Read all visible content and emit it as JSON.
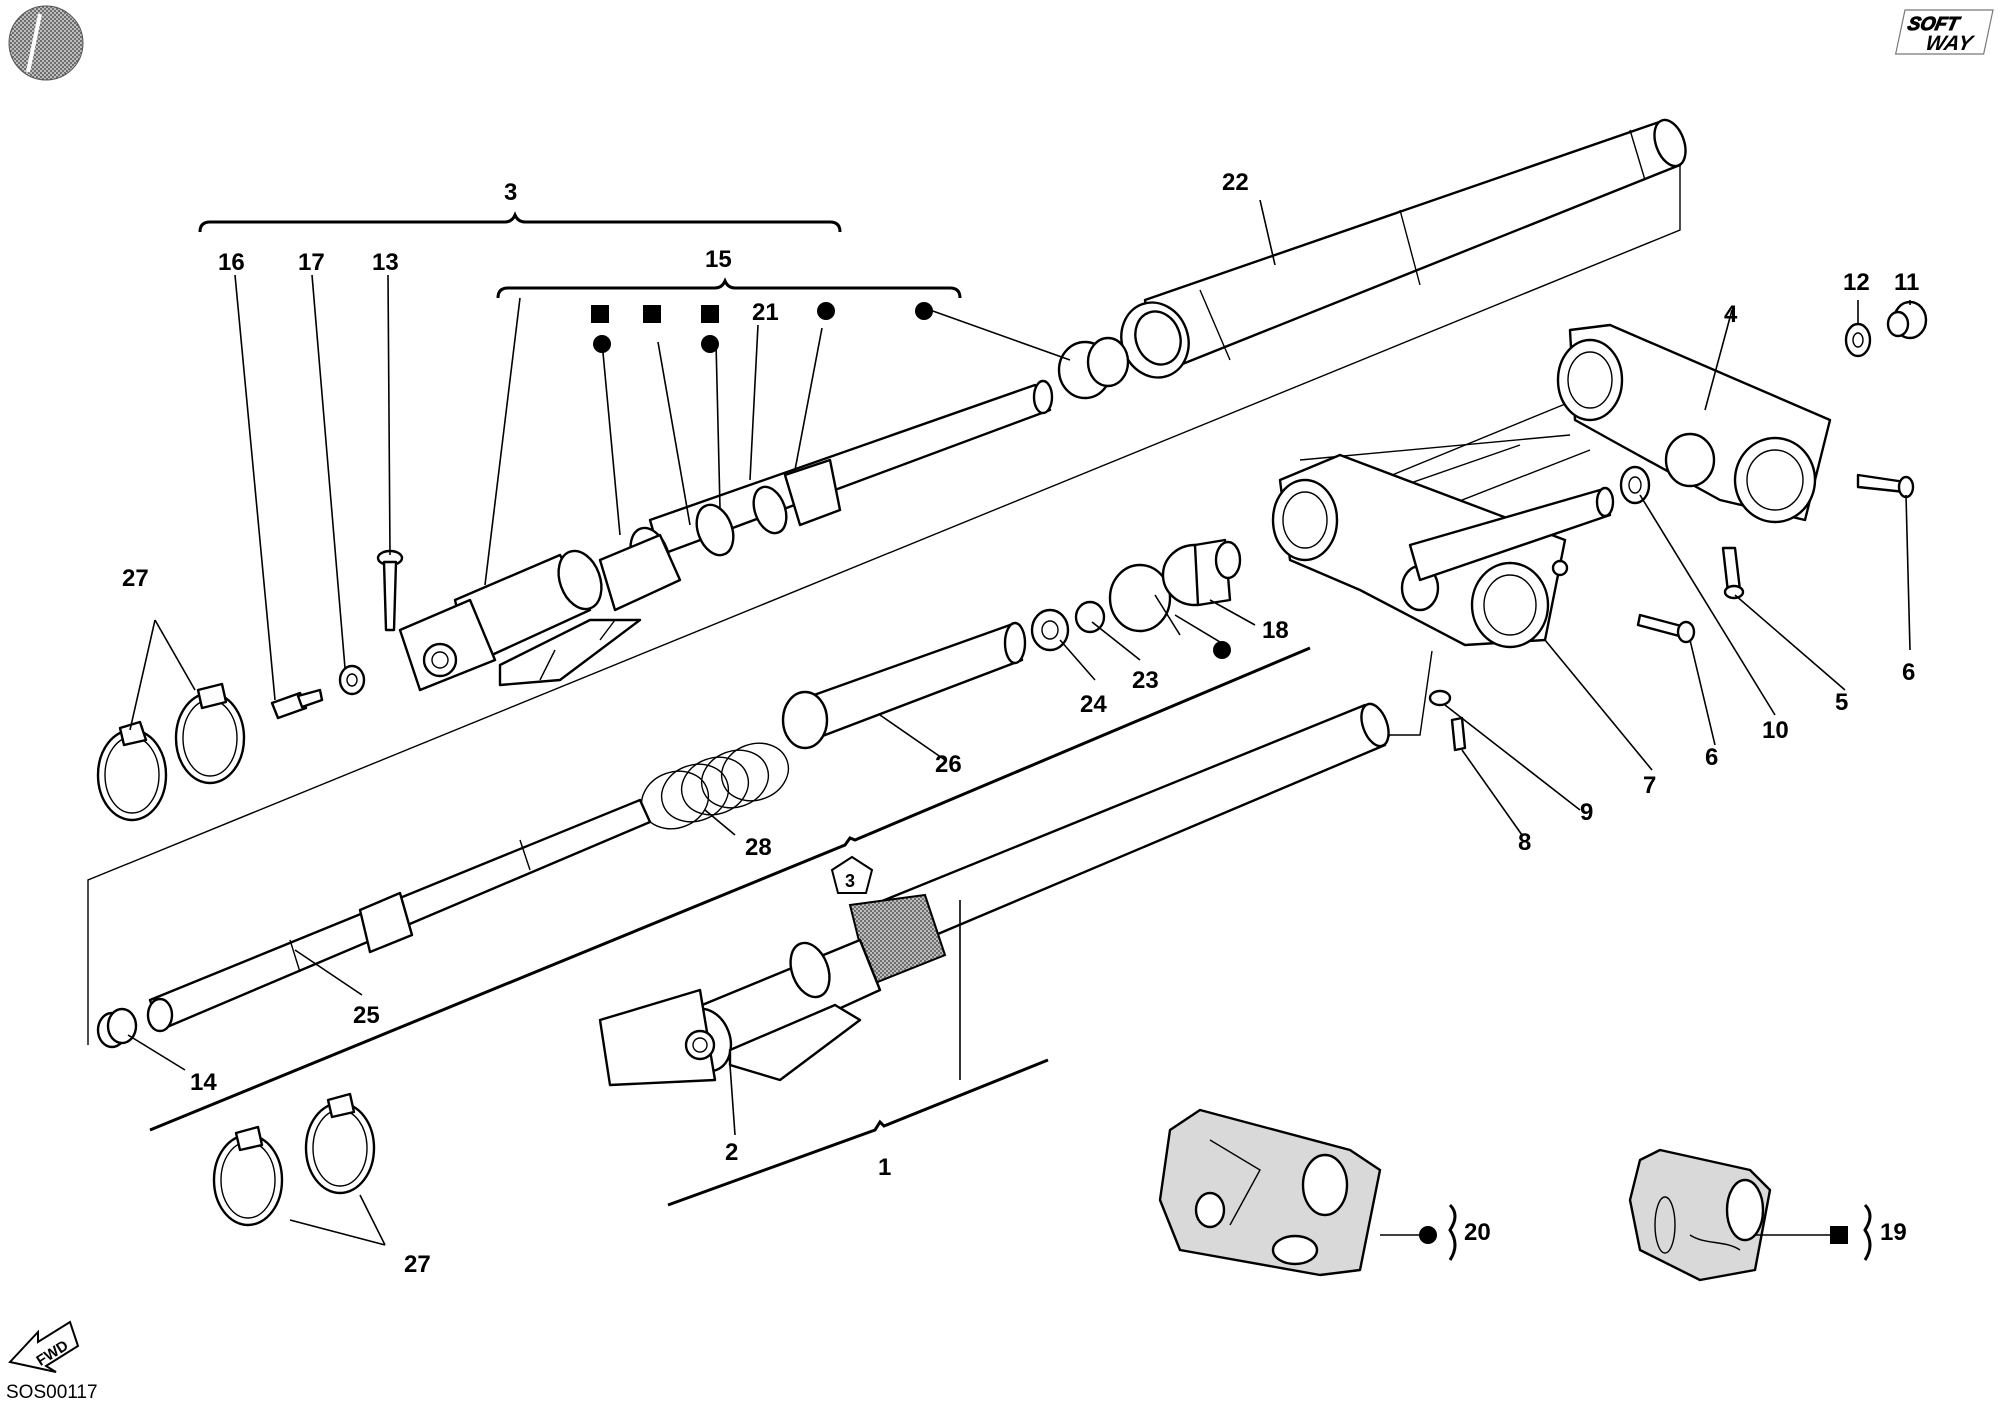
{
  "diagram_code": "SOS00117",
  "logo_text": [
    "SOFT",
    "WAY"
  ],
  "fwd_label": "FWD",
  "ref_marker": "3",
  "callouts": {
    "c1": "1",
    "c2": "2",
    "c3": "3",
    "c4": "4",
    "c5": "5",
    "c6a": "6",
    "c6b": "6",
    "c7": "7",
    "c8": "8",
    "c9": "9",
    "c10": "10",
    "c11": "11",
    "c12": "12",
    "c13": "13",
    "c14": "14",
    "c15": "15",
    "c16": "16",
    "c17": "17",
    "c18": "18",
    "c19": "19",
    "c20": "20",
    "c21": "21",
    "c22": "22",
    "c23": "23",
    "c24": "24",
    "c25": "25",
    "c26": "26",
    "c27a": "27",
    "c27b": "27",
    "c28": "28"
  },
  "symbols": {
    "kit_round": "circle",
    "kit_square": "square"
  }
}
